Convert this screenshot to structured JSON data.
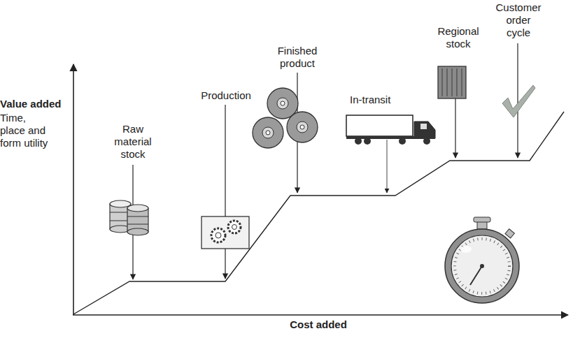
{
  "diagram": {
    "labels": [
      "Value added",
      "Time, place and form utility",
      "Raw material stock",
      "Production",
      "Finished product",
      "In-transit",
      "Regional stock",
      "Customer order cycle",
      "Cost added"
    ]
  }
}
